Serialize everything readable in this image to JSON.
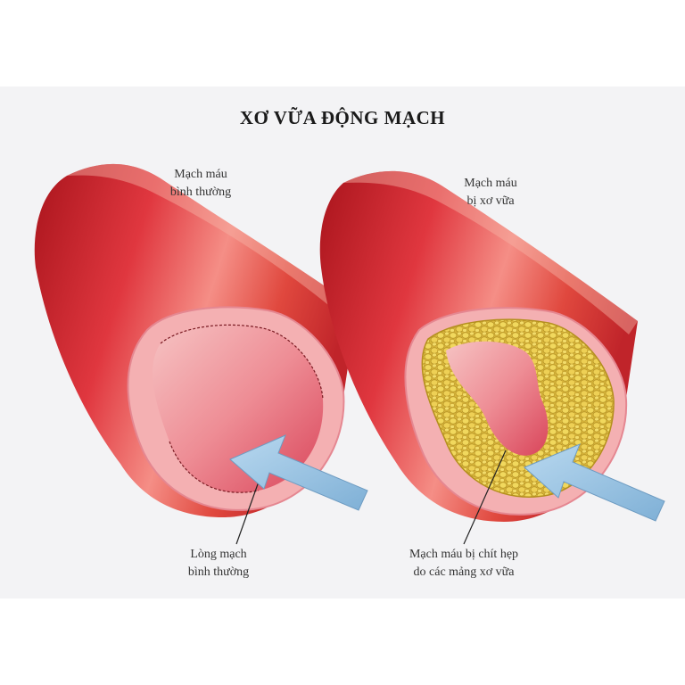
{
  "title": "XƠ VỮA ĐỘNG MẠCH",
  "left_vessel": {
    "top_label_line1": "Mạch máu",
    "top_label_line2": "bình thường",
    "bottom_label_line1": "Lòng mạch",
    "bottom_label_line2": "bình thường"
  },
  "right_vessel": {
    "top_label_line1": "Mạch máu",
    "top_label_line2": "bị xơ vữa",
    "bottom_label_line1": "Mạch máu bị chít hẹp",
    "bottom_label_line2": "do các mảng xơ vữa"
  },
  "colors": {
    "vessel_wall": "#d8333e",
    "vessel_highlight": "#f08a80",
    "lumen": "#f2a6ab",
    "plaque": "#e6c84a",
    "arrow": "#9cc6e4"
  }
}
